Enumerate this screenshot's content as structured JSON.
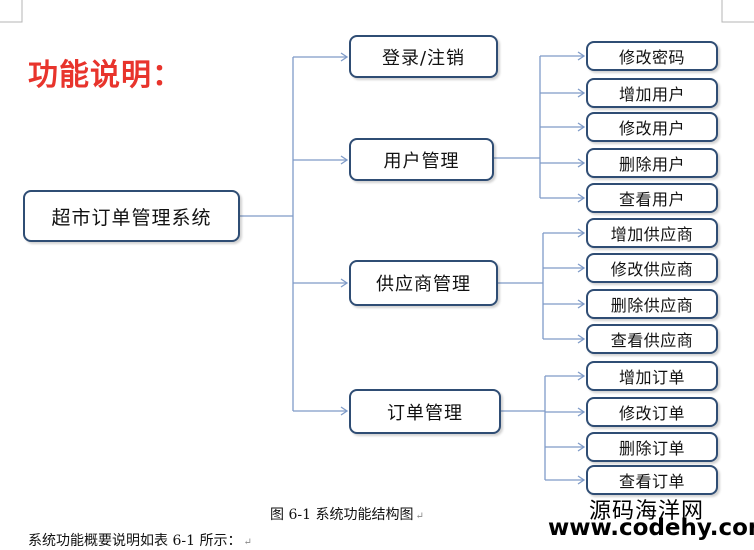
{
  "heading": "功能说明：",
  "root": "超市订单管理系统",
  "modules": [
    {
      "label": "登录/注销",
      "children": []
    },
    {
      "label": "用户管理",
      "children": [
        "修改密码",
        "增加用户",
        "修改用户",
        "删除用户",
        "查看用户"
      ]
    },
    {
      "label": "供应商管理",
      "children": [
        "增加供应商",
        "修改供应商",
        "删除供应商",
        "查看供应商"
      ]
    },
    {
      "label": "订单管理",
      "children": [
        "增加订单",
        "修改订单",
        "删除订单",
        "查看订单"
      ]
    }
  ],
  "caption": "图 6-1  系统功能结构图",
  "paragraph": "系统功能概要说明如表 6-1 所示：",
  "paragraph_mark": "↵",
  "caption_mark": "↵",
  "watermark": {
    "name": "源码海洋网",
    "url": "www.codehy.com"
  },
  "colors": {
    "heading": "#e8342c",
    "node_border": "#2f4d74",
    "connector": "#7f9bc8"
  }
}
